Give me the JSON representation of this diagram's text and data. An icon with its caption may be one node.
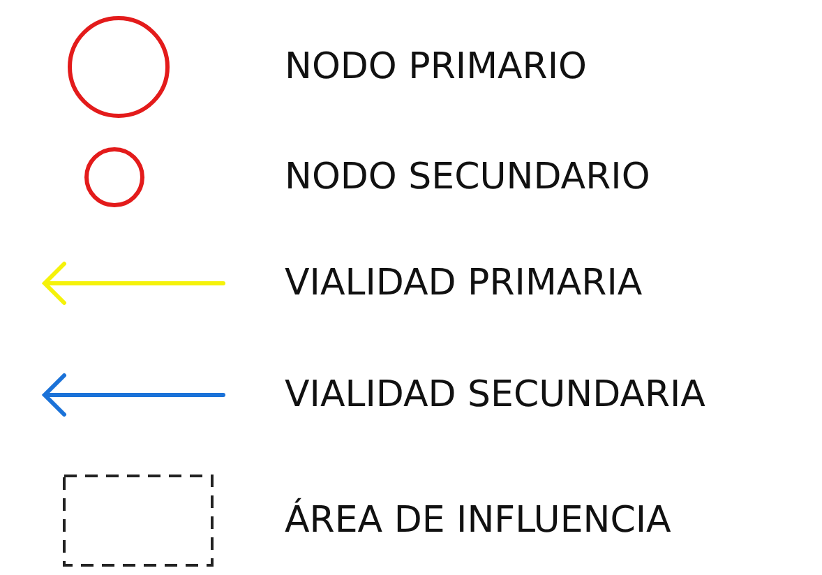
{
  "diagram": {
    "legend": [
      {
        "text": "NODO PRIMARIO"
      },
      {
        "text": "NODO SECUNDARIO"
      },
      {
        "text": "VIALIDAD PRIMARIA"
      },
      {
        "text": "VIALIDAD SECUNDARIA"
      },
      {
        "text": "ÁREA DE INFLUENCIA"
      }
    ]
  }
}
